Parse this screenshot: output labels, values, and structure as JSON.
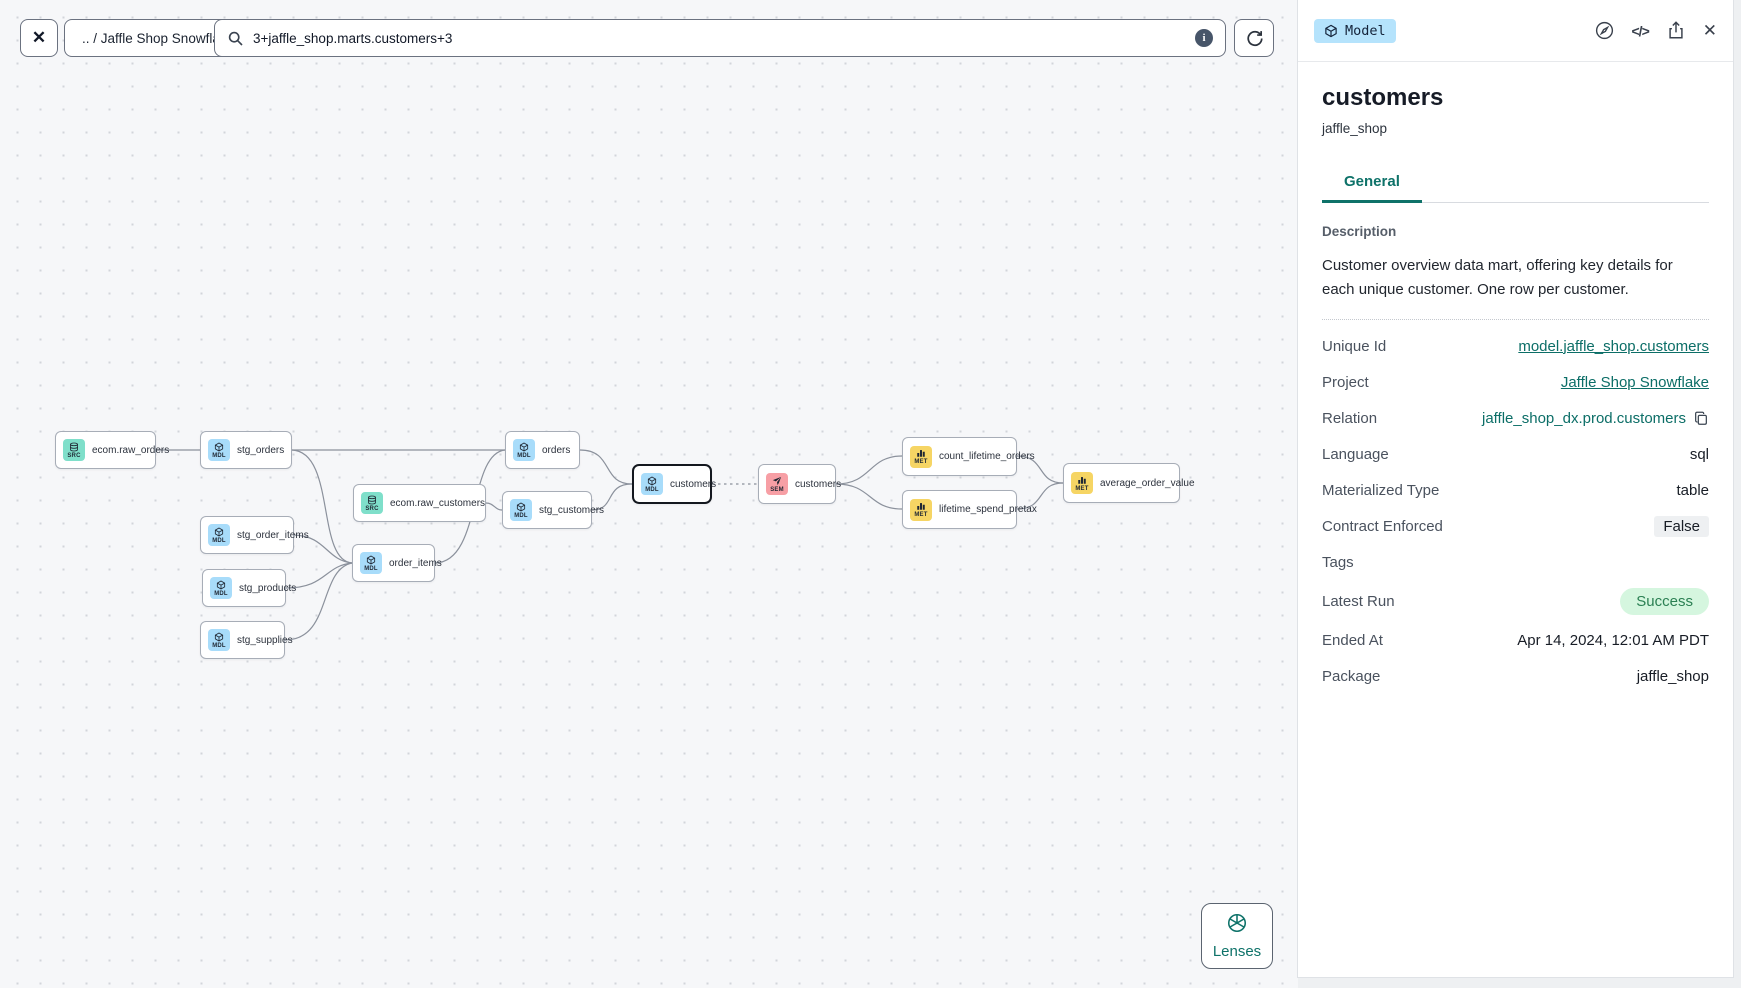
{
  "toolbar": {
    "breadcrumb": ".. / Jaffle Shop Snowflake",
    "search_value": "3+jaffle_shop.marts.customers+3"
  },
  "lenses": {
    "label": "Lenses"
  },
  "dag": {
    "icon_labels": {
      "src": "SRC",
      "mdl": "MDL",
      "sem": "SEM",
      "met": "MET"
    },
    "nodes": [
      {
        "label": "ecom.raw_orders",
        "type": "source"
      },
      {
        "label": "stg_orders",
        "type": "model"
      },
      {
        "label": "ecom.raw_customers",
        "type": "source"
      },
      {
        "label": "stg_order_items",
        "type": "model"
      },
      {
        "label": "stg_products",
        "type": "model"
      },
      {
        "label": "stg_supplies",
        "type": "model"
      },
      {
        "label": "order_items",
        "type": "model"
      },
      {
        "label": "orders",
        "type": "model"
      },
      {
        "label": "stg_customers",
        "type": "model"
      },
      {
        "label": "customers",
        "type": "model",
        "selected": true
      },
      {
        "label": "customers",
        "type": "semantic_model"
      },
      {
        "label": "count_lifetime_orders",
        "type": "metric"
      },
      {
        "label": "lifetime_spend_pretax",
        "type": "metric"
      },
      {
        "label": "average_order_value",
        "type": "metric"
      }
    ]
  },
  "panel": {
    "badge_label": "Model",
    "title": "customers",
    "subtitle": "jaffle_shop",
    "tab_general": "General",
    "description_label": "Description",
    "description_text": "Customer overview data mart, offering key details for each unique customer. One row per customer.",
    "fields": [
      {
        "label": "Unique Id",
        "value": "model.jaffle_shop.customers"
      },
      {
        "label": "Project",
        "value": "Jaffle Shop Snowflake"
      },
      {
        "label": "Relation",
        "value": "jaffle_shop_dx.prod.customers"
      },
      {
        "label": "Language",
        "value": "sql"
      },
      {
        "label": "Materialized Type",
        "value": "table"
      },
      {
        "label": "Contract Enforced",
        "value": "False"
      },
      {
        "label": "Tags",
        "value": ""
      },
      {
        "label": "Latest Run",
        "value": "Success"
      },
      {
        "label": "Ended At",
        "value": "Apr 14, 2024, 12:01 AM PDT"
      },
      {
        "label": "Package",
        "value": "jaffle_shop"
      }
    ]
  }
}
